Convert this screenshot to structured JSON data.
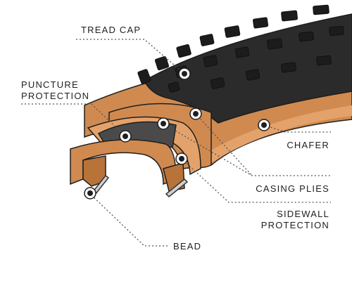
{
  "labels": {
    "tread_cap": "TREAD CAP",
    "puncture_line1": "PUNCTURE",
    "puncture_line2": "PROTECTION",
    "chafer": "CHAFER",
    "casing_plies": "CASING PLIES",
    "sidewall_line1": "SIDEWALL",
    "sidewall_line2": "PROTECTION",
    "bead": "BEAD"
  },
  "colors": {
    "tan": "#d08a4f",
    "tan_dark": "#b87339",
    "tan_light": "#e3a26b",
    "rubber": "#2b2b2b",
    "rubber_dark": "#1c1c1c",
    "puncture_layer": "#4a4a4a",
    "outline": "#1f1f1f",
    "leader": "#555555"
  }
}
